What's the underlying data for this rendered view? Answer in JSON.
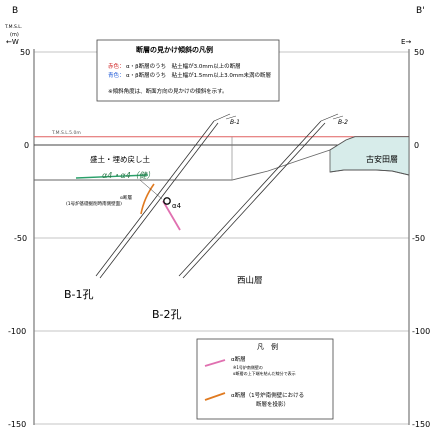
{
  "header": {
    "left_section": "B",
    "right_section": "B'",
    "datum_unit": "T.M.S.L.",
    "unit": "(m)",
    "left_direction": "←W",
    "right_direction": "E→"
  },
  "depth_ticks": {
    "left": [
      "50",
      "0",
      "-50",
      "-100",
      "-150"
    ],
    "right": [
      "50",
      "0",
      "-50",
      "-100",
      "-150"
    ]
  },
  "depth_values": [
    50,
    0,
    -50,
    -100,
    -150
  ],
  "ground_level_label": "T.M.S.L.5.0m",
  "legend_dip": {
    "title": "断層の見かけ傾斜の凡例",
    "red_prefix": "赤色：",
    "red_text": "α・β断層のうち　粘土幅が3.0mm以上の断層",
    "blue_prefix": "青色：",
    "blue_text": "α・β断層のうち　粘土幅が1.5mm以上3.0mm未満の断層",
    "note": "※傾斜角度は、断面方向の見かけの傾斜を示す。"
  },
  "strata": {
    "fill": "盛土・埋め戻し土",
    "furuyasuda": "古安田層",
    "nishiyama": "西山層"
  },
  "fault_labels": {
    "a4_pair": "α4・α4（健）",
    "a4": "α4",
    "alpha_fault_note_line1": "α断層",
    "alpha_fault_note_line2": "(1号炉基礎掘削時南側壁面)"
  },
  "boreholes": {
    "b1_top": "B-1",
    "b2_top": "B-2",
    "b1_label": "B-1孔",
    "b2_label": "B-2孔"
  },
  "legend_bottom": {
    "title": "凡　例",
    "pink_label": "α断層",
    "pink_note_line1": "※1号炉南側壁の",
    "pink_note_line2": "α断層の上下端を結んだ線分で表示",
    "orange_label": "α断層（1号炉南側壁における",
    "orange_label_line2": "断層を投影）"
  },
  "colors": {
    "ground_line": "#e06060",
    "furuyasuda_fill": "#d7ecea",
    "fault_pink": "#e070b0",
    "fault_orange": "#e07a20",
    "fault_green": "#2aa06a",
    "red_text": "#d02020",
    "blue_text": "#1f5ad8"
  }
}
